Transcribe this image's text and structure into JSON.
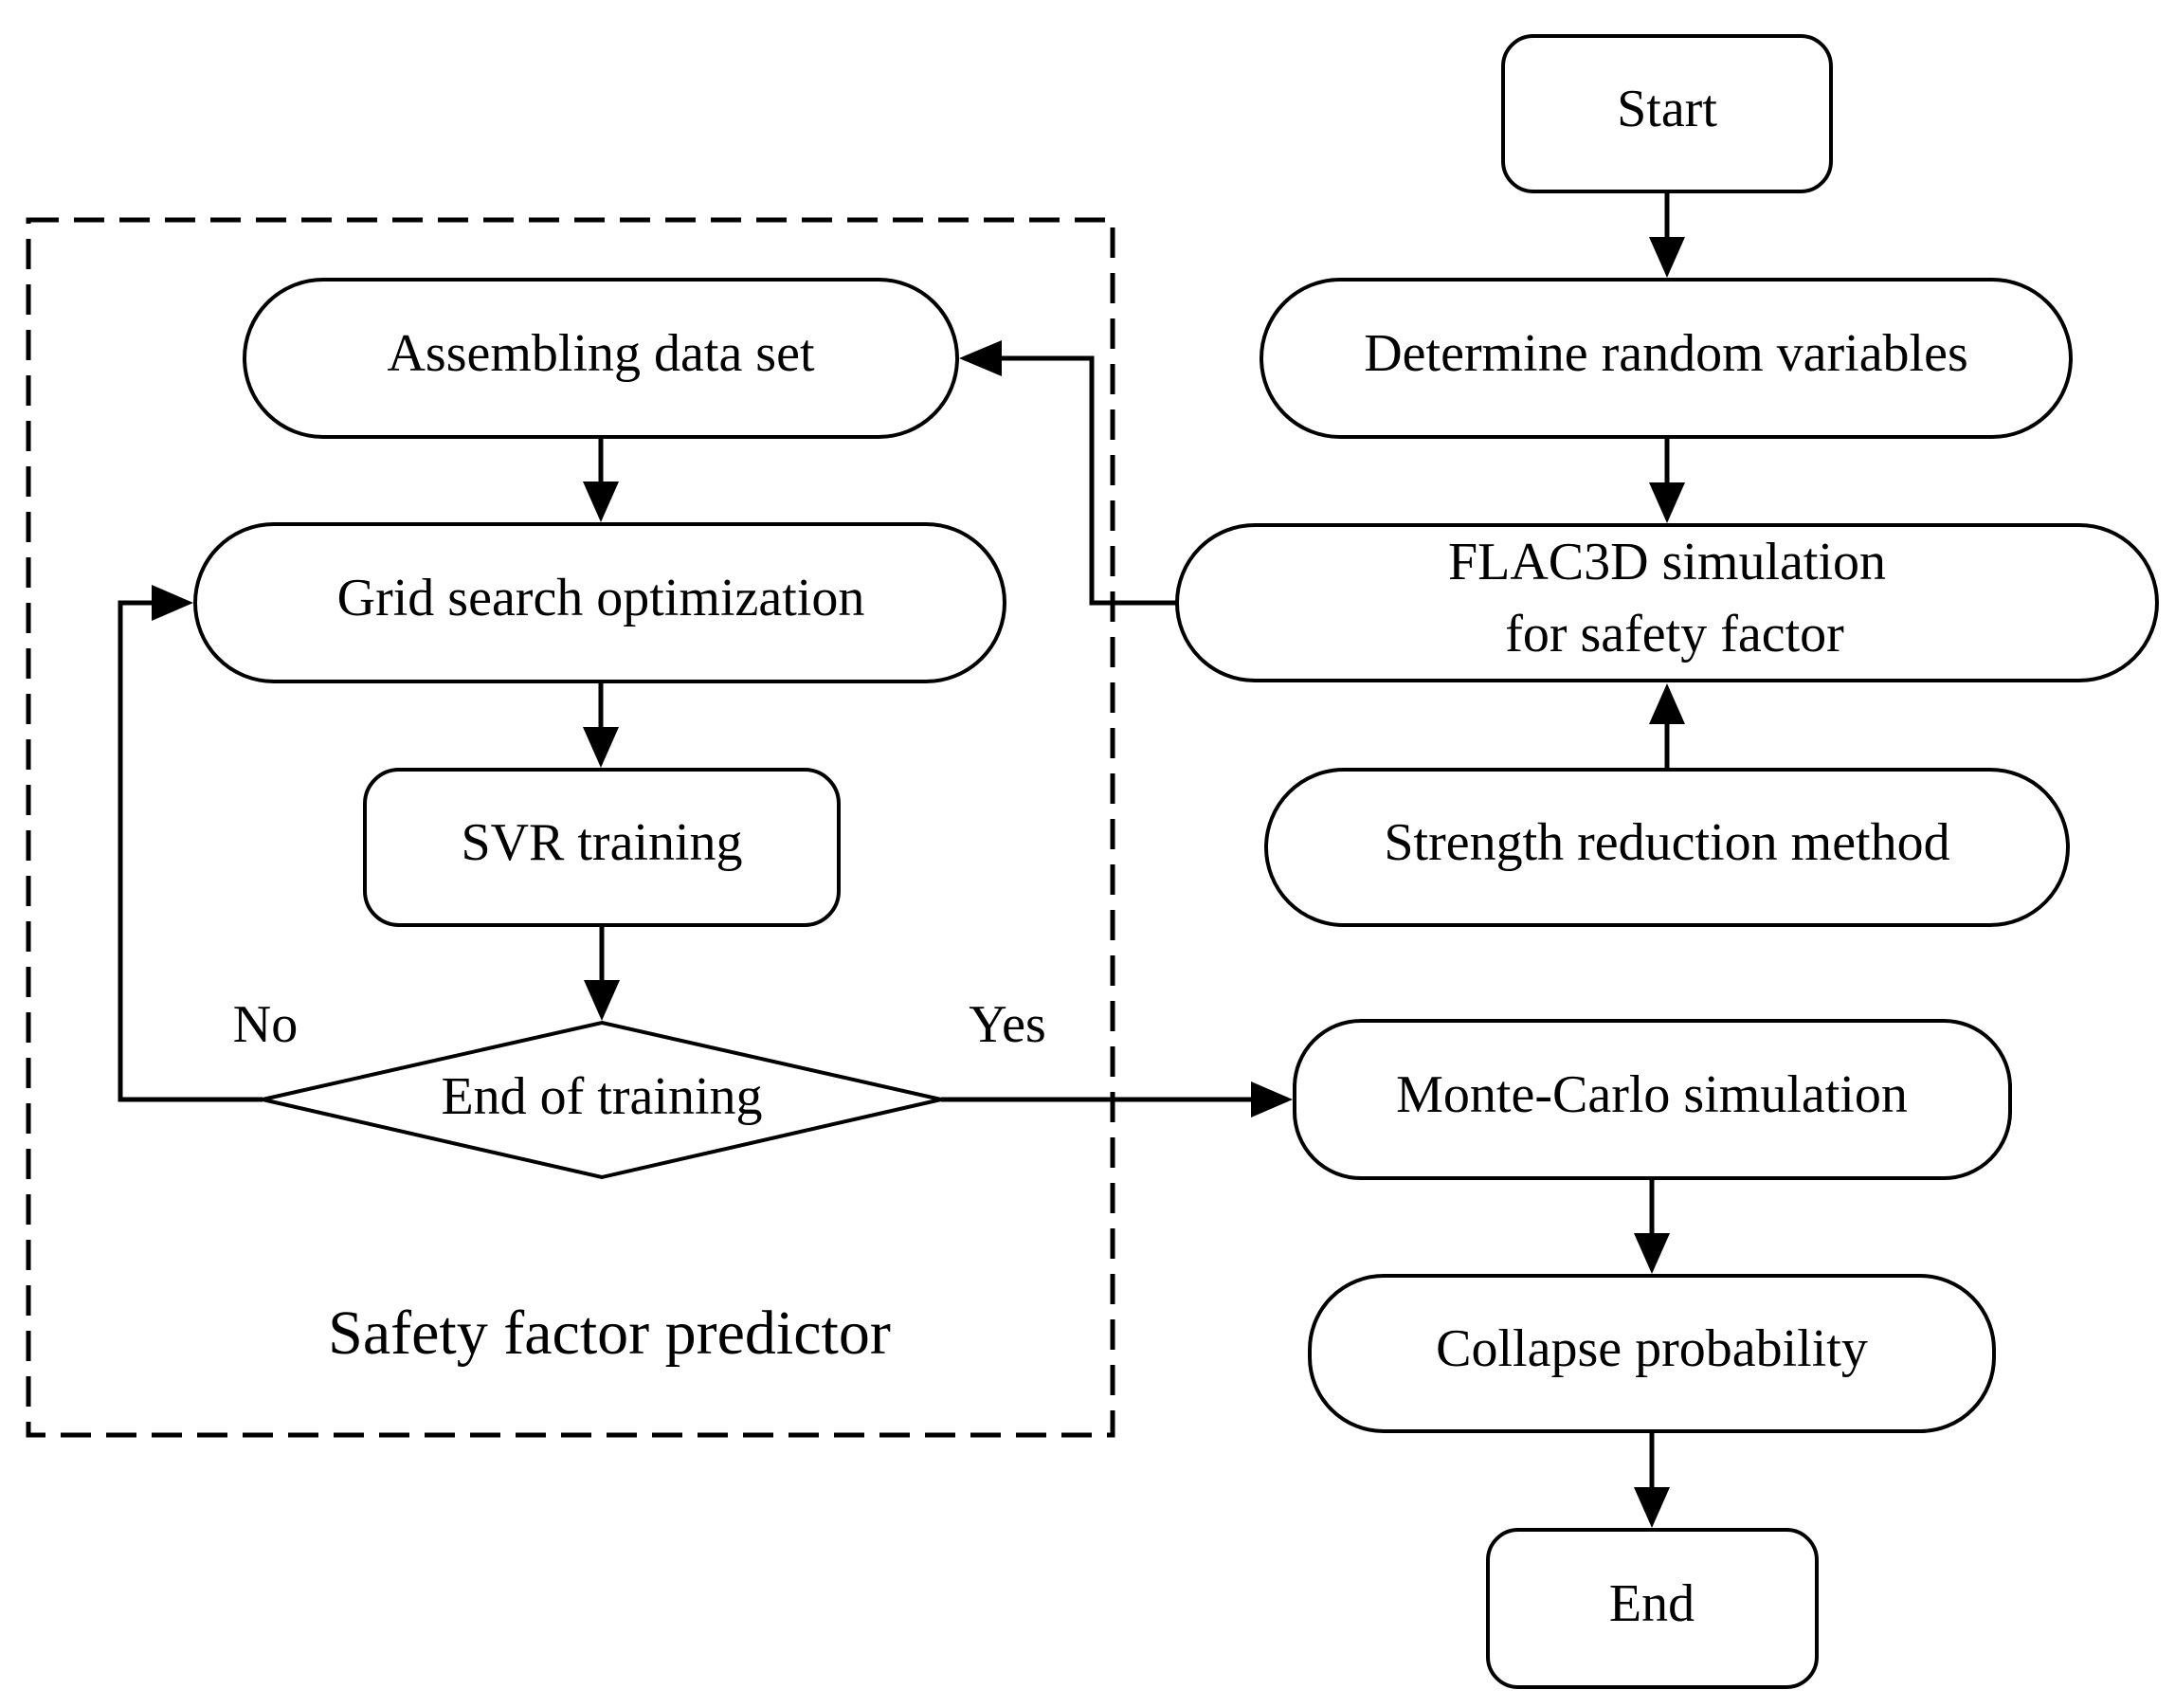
{
  "diagram": {
    "nodes": {
      "start": "Start",
      "determine": "Determine random variables",
      "flac_line1": "FLAC3D simulation",
      "flac_line2": "for safety factor",
      "strength": "Strength reduction method",
      "assembling": "Assembling data set",
      "grid": "Grid search optimization",
      "svr": "SVR training",
      "end_training": "End of training",
      "monte": "Monte-Carlo simulation",
      "collapse": "Collapse probability",
      "end": "End"
    },
    "labels": {
      "no": "No",
      "yes": "Yes"
    },
    "group": {
      "title": "Safety factor predictor"
    }
  }
}
